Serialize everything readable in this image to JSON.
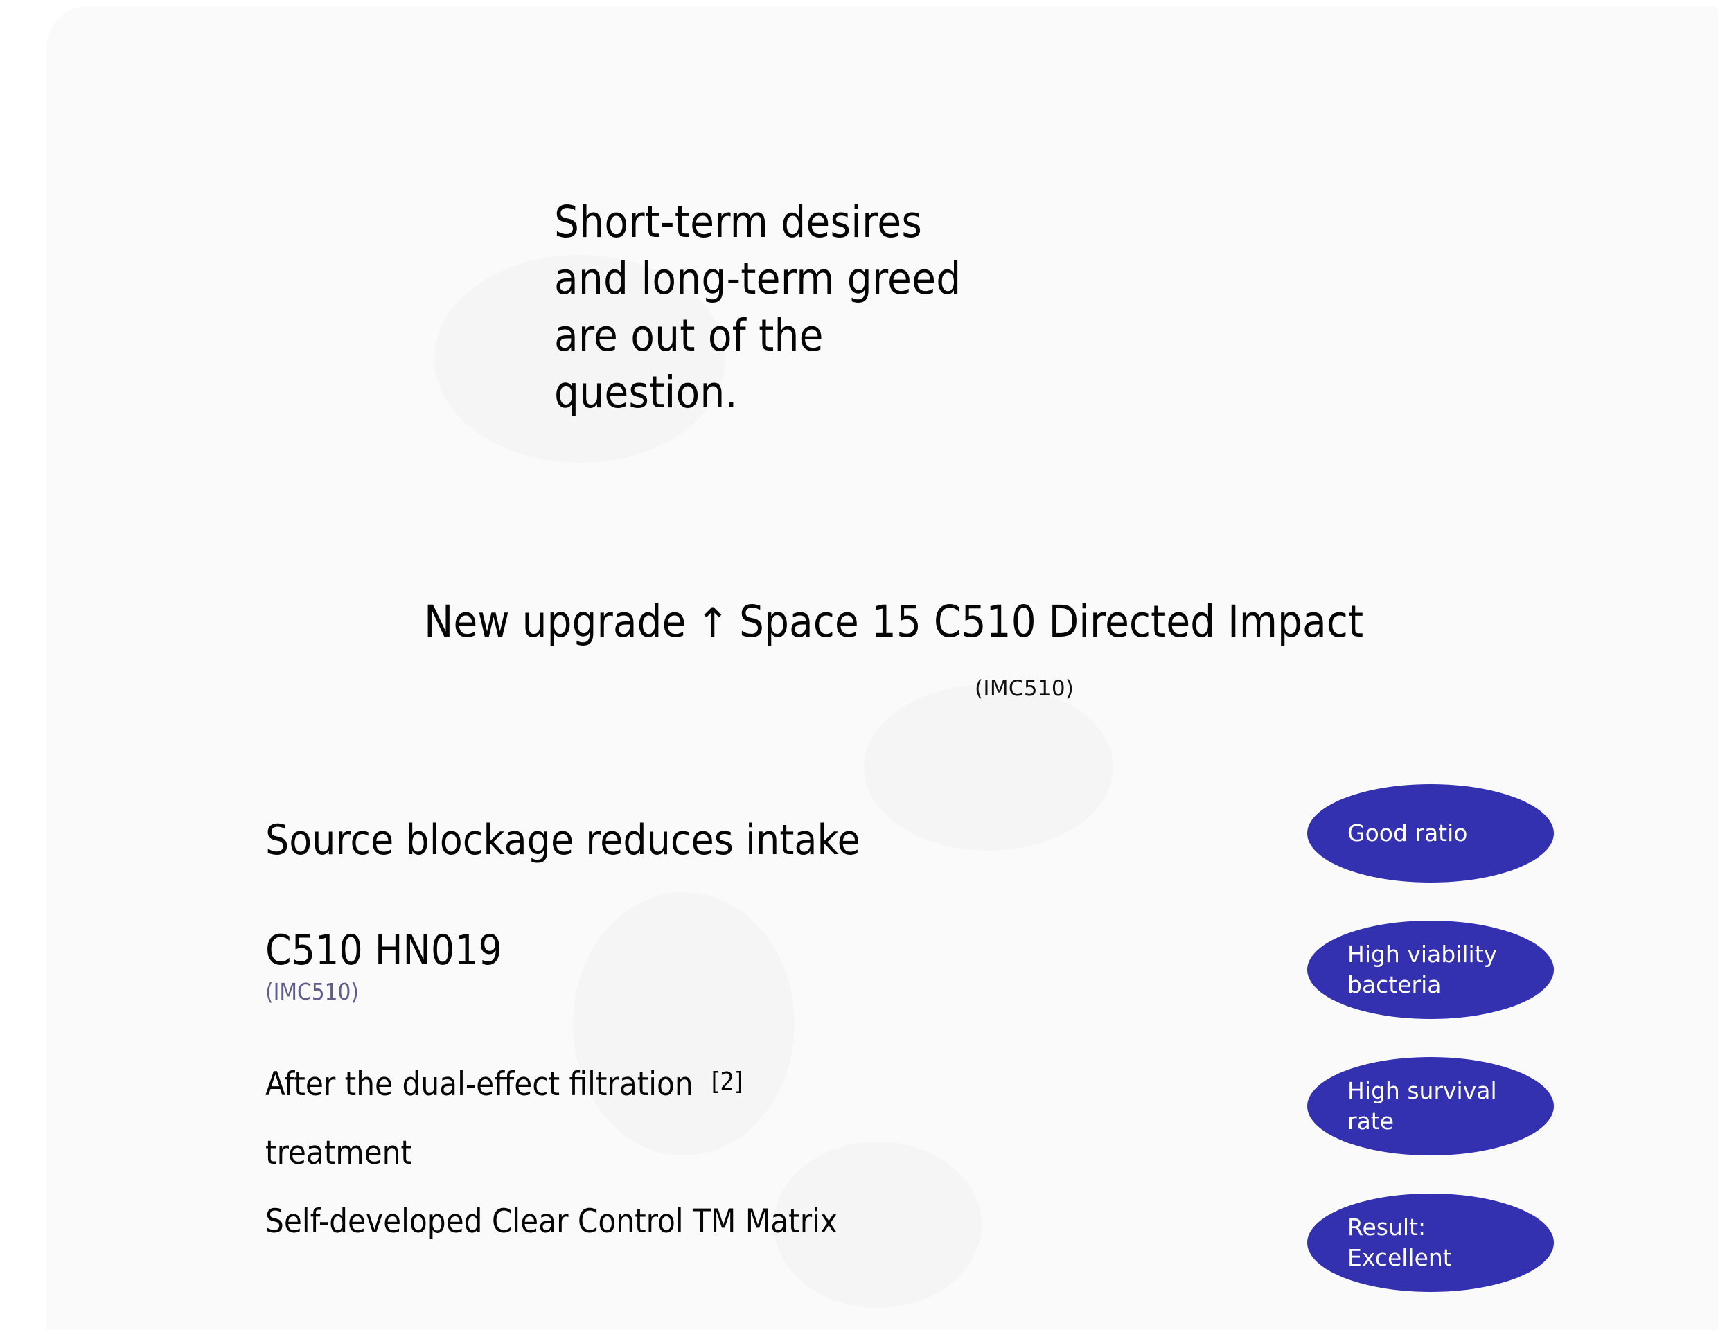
{
  "card": {
    "background_color": "#fafafa",
    "page_background_color": "#ffffff"
  },
  "headline": {
    "lines": [
      "Short-term desires",
      "and long-term greed",
      "are out of the",
      "question."
    ]
  },
  "upgrade_banner": {
    "prefix": "New upgrade",
    "arrow_icon": "up-arrow-icon",
    "arrow_glyph": "↑",
    "suffix": "Space 15 C510 Directed Impact",
    "subcaption": "(IMC510)"
  },
  "content": {
    "feature_heading": "Source blockage reduces intake",
    "product_name": "C510 HN019",
    "product_code": "(IMC510)",
    "product_code_color": "#5f5c8e",
    "process_lines": [
      "After the dual-effect filtration",
      "treatment",
      "Self-developed Clear Control TM Matrix"
    ],
    "reference_marker": "[2]"
  },
  "badges": {
    "fill_color": "#3331af",
    "text_color": "#ffffff",
    "items": [
      {
        "label": "Good ratio"
      },
      {
        "label": "High viability\nbacteria"
      },
      {
        "label": "High survival\nrate"
      },
      {
        "label": "Result:\nExcellent"
      }
    ]
  }
}
